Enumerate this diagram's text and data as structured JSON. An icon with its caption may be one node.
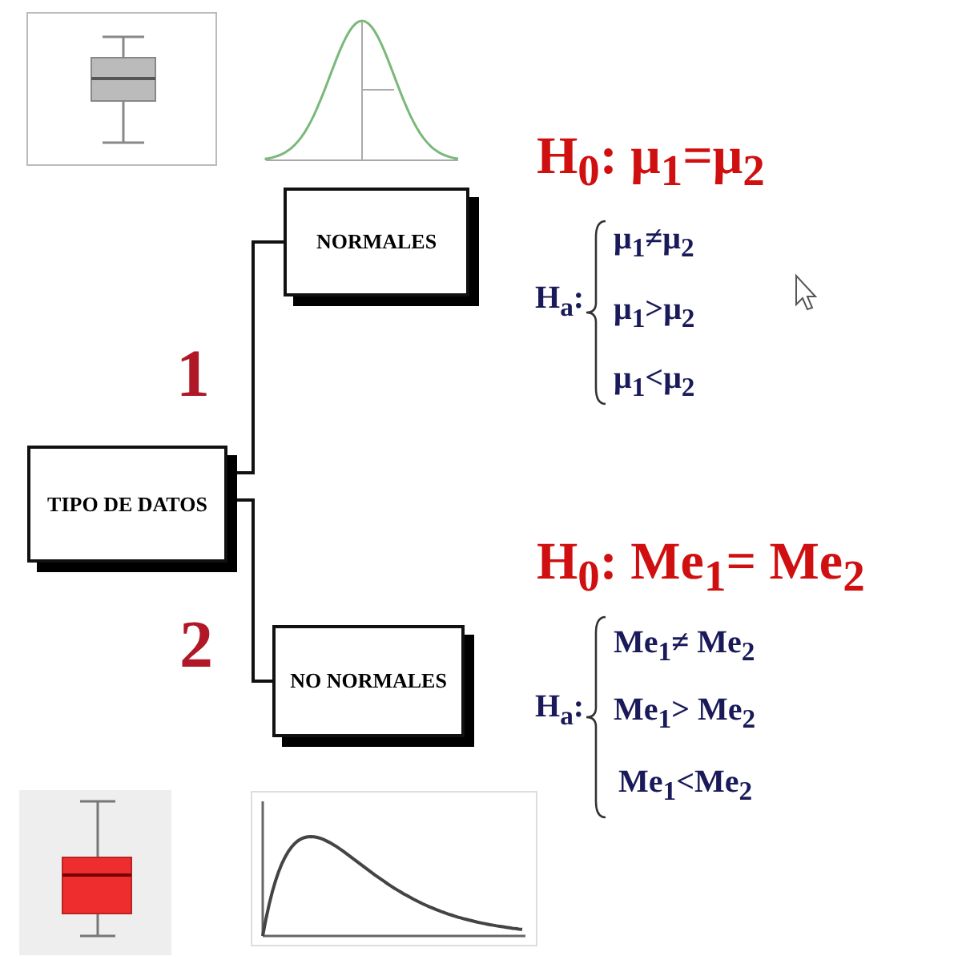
{
  "diagram": {
    "nodes": [
      {
        "text": [
          "TIPO DE DATOS"
        ]
      },
      {
        "text": [
          "NORMALES"
        ]
      },
      {
        "text": [
          "NO NORMALES"
        ]
      }
    ],
    "edges": [
      {
        "from": 0,
        "to": 1,
        "arrow": "none",
        "label": "1"
      },
      {
        "from": 0,
        "to": 2,
        "arrow": "none",
        "label": "2"
      }
    ],
    "labels": [
      "H$_{0}$: μ$_{1}$=μ$_{2}$",
      "H$_{a}$:",
      "μ$_{1}$≠μ$_{2}$",
      "μ$_{1}$>μ$_{2}$",
      "μ$_{1}$<μ$_{2}$",
      "H$_{0}$: Me$_{1}$= Me$_{2}$",
      "H$_{a}$:",
      "Me$_{1}$≠ Me$_{2}$",
      "Me$_{1}$> Me$_{2}$",
      "Me$_{1}$<Me$_{2}$"
    ]
  }
}
